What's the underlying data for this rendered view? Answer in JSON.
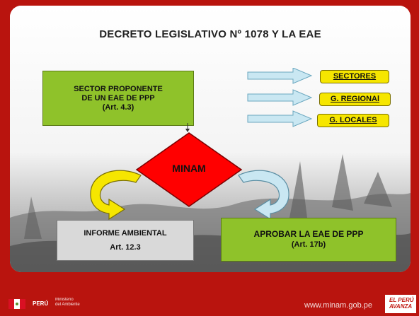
{
  "title": "DECRETO LEGISLATIVO Nº 1078 Y LA EAE",
  "proponente": {
    "line1": "SECTOR PROPONENTE",
    "line2": "DE UN EAE DE PPP",
    "line3": "(Art. 4.3)"
  },
  "targets": [
    "SECTORES",
    "G. REGIONAl",
    "G. LOCALES"
  ],
  "minam_label": "MINAM",
  "informe": {
    "line1": "INFORME AMBIENTAL",
    "line2": "Art. 12.3"
  },
  "aprobar": {
    "line1": "APROBAR LA EAE DE PPP",
    "line2": "(Art. 17b)"
  },
  "footer": {
    "country": "PERÚ",
    "ministry_line1": "Ministerio",
    "ministry_line2": "del Ambiente",
    "url": "www.minam.gob.pe",
    "badge_line1": "EL PERÚ",
    "badge_line2": "AVANZA"
  },
  "colors": {
    "green_box": "#8fc22a",
    "yellow": "#f6e600",
    "diamond": "#ff0000",
    "arrow_blue": "#c9e7f2",
    "footer_red": "#b9140e"
  }
}
